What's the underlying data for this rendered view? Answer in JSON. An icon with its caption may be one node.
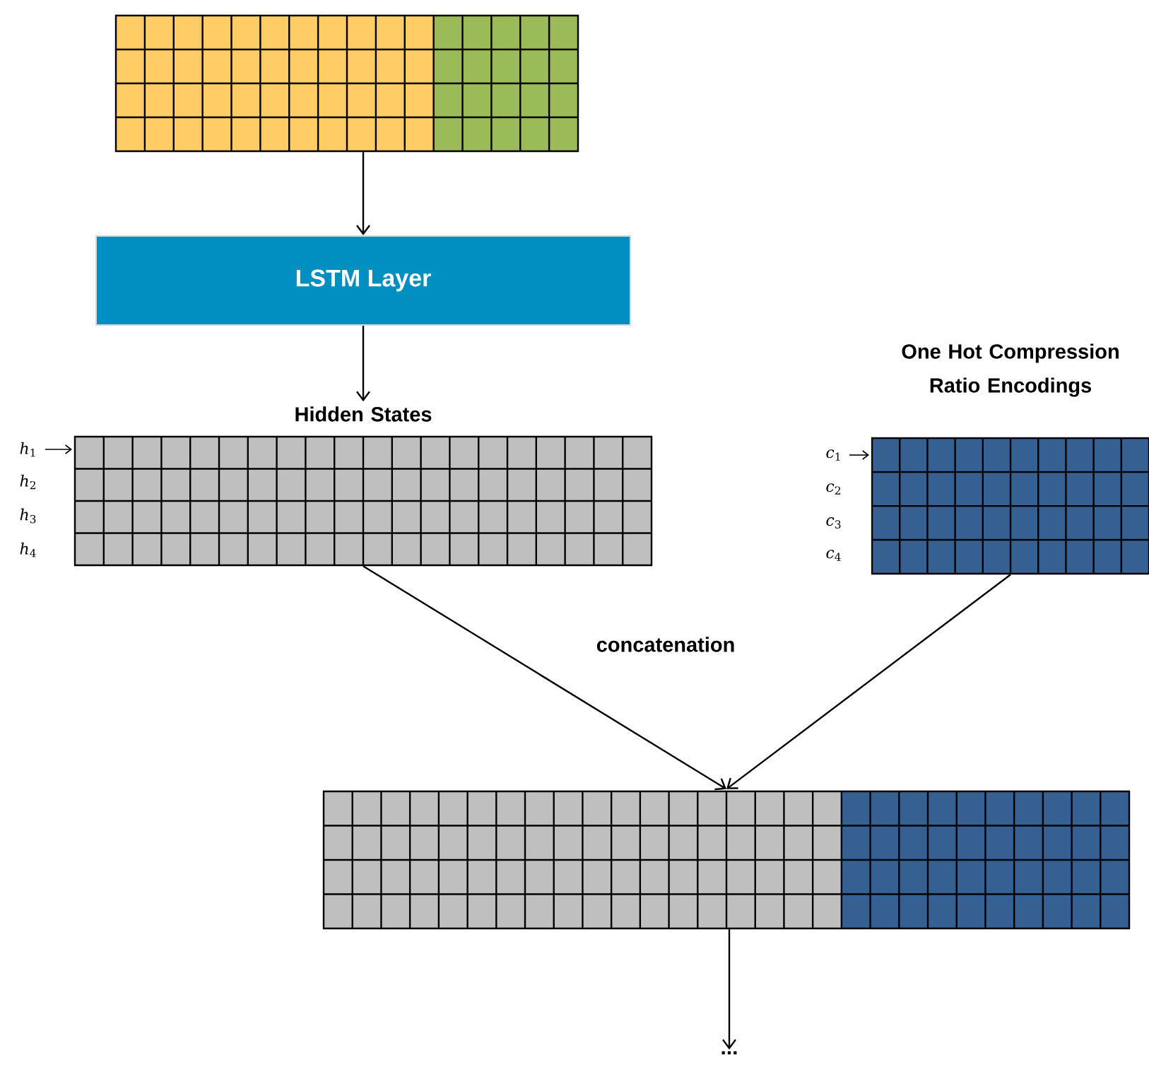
{
  "diagram": {
    "nodes": [
      {
        "text": [],
        "shape": "grid"
      },
      {
        "text": [
          "LSTM Layer"
        ]
      },
      {
        "text": [
          "Hidden States"
        ]
      },
      {
        "text": [
          "One Hot Compression Ratio Encodings"
        ]
      },
      {
        "text": [],
        "shape": "grid"
      },
      {
        "text": [
          "..."
        ]
      }
    ],
    "edges": [
      {
        "from": 0,
        "to": 1,
        "arrow": "to"
      },
      {
        "from": 1,
        "to": 2,
        "arrow": "to"
      },
      {
        "from": 2,
        "to": 4,
        "arrow": "to"
      },
      {
        "from": 3,
        "to": 4,
        "arrow": "to"
      },
      {
        "from": 4,
        "to": 5,
        "arrow": "to"
      }
    ],
    "labels": [
      "*h*$_{1}$",
      "*h*$_{2}$",
      "*h*$_{3}$",
      "*h*$_{4}$",
      "*c*$_{1}$",
      "*c*$_{2}$",
      "*c*$_{3}$",
      "*c*$_{4}$",
      "concatenation"
    ]
  }
}
